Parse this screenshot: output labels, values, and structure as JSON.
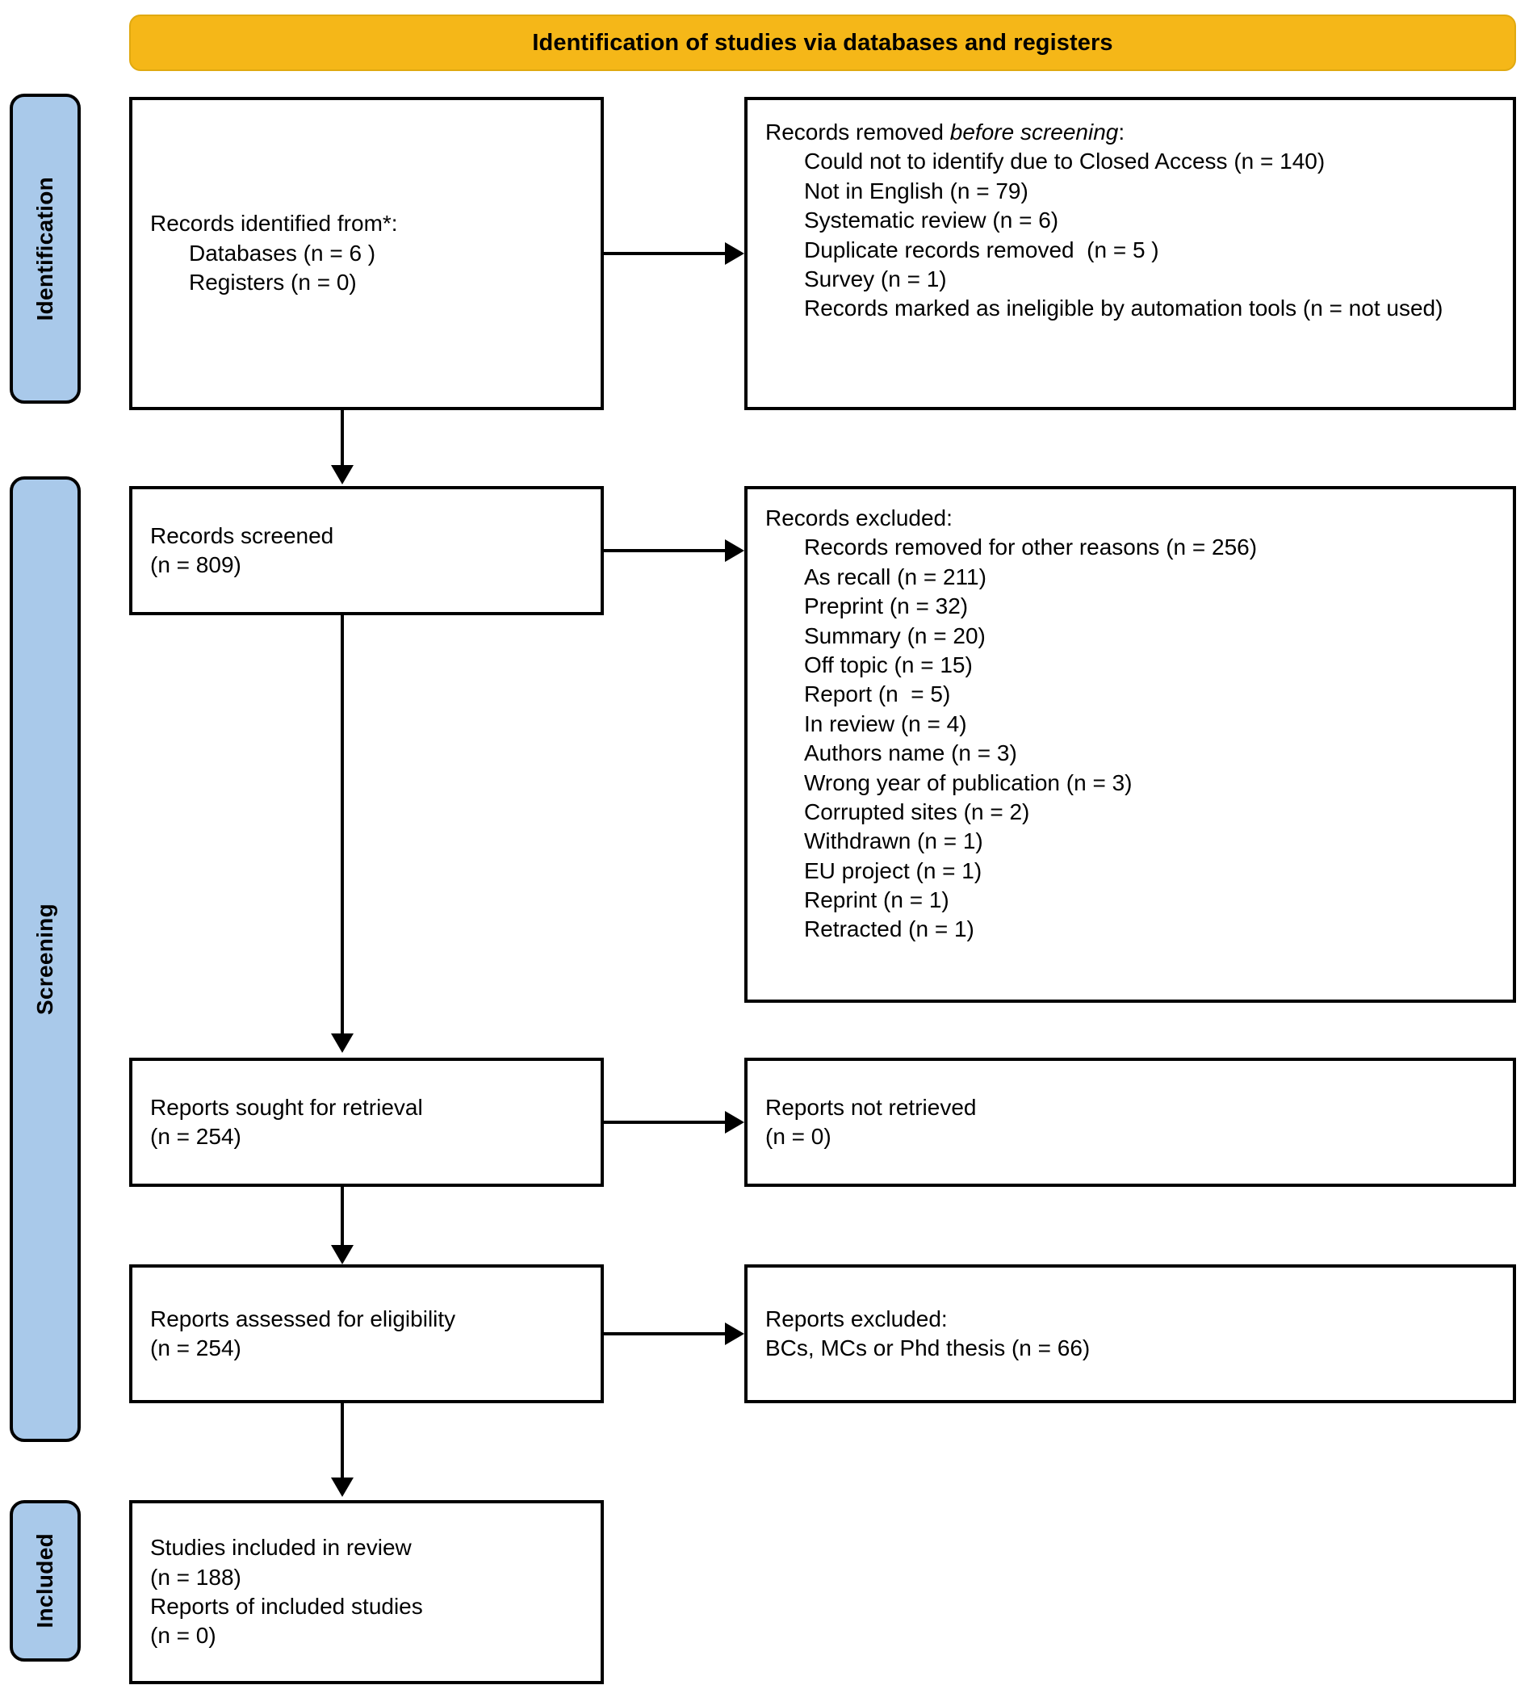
{
  "header": {
    "title": "Identification of studies via databases and registers",
    "bg_color": "#F5B718"
  },
  "stages": [
    {
      "id": "identification",
      "label": "Identification",
      "color": "#A9C9EA"
    },
    {
      "id": "screening",
      "label": "Screening",
      "color": "#A9C9EA"
    },
    {
      "id": "included",
      "label": "Included",
      "color": "#A9C9EA"
    }
  ],
  "boxes": {
    "records_identified": {
      "lines": [
        {
          "text": "Records identified from*:",
          "indent": false
        },
        {
          "text": "Databases (n = 6 )",
          "indent": true
        },
        {
          "text": "Registers (n = 0)",
          "indent": true
        }
      ]
    },
    "records_removed_before_screening": {
      "lines": [
        {
          "text": "Records removed ",
          "italic_tail": "before screening",
          "suffix": ":",
          "indent": false
        },
        {
          "text": "Could not to identify due to Closed Access (n = 140)",
          "indent": true
        },
        {
          "text": "Not in English (n = 79)",
          "indent": true
        },
        {
          "text": "Systematic review (n = 6)",
          "indent": true
        },
        {
          "text": "Duplicate records removed  (n = 5 )",
          "indent": true
        },
        {
          "text": "Survey (n = 1)",
          "indent": true
        },
        {
          "text": "Records marked as ineligible by automation tools (n = not used)",
          "indent": true
        }
      ]
    },
    "records_screened": {
      "lines": [
        {
          "text": "Records screened",
          "indent": false
        },
        {
          "text": "(n = 809)",
          "indent": false
        }
      ]
    },
    "records_excluded": {
      "lines": [
        {
          "text": "Records excluded:",
          "indent": false
        },
        {
          "text": "Records removed for other reasons (n = 256)",
          "indent": true
        },
        {
          "text": "As recall (n = 211)",
          "indent": true
        },
        {
          "text": "Preprint (n = 32)",
          "indent": true
        },
        {
          "text": "Summary (n = 20)",
          "indent": true
        },
        {
          "text": "Off topic (n = 15)",
          "indent": true
        },
        {
          "text": "Report (n  = 5)",
          "indent": true
        },
        {
          "text": "In review (n = 4)",
          "indent": true
        },
        {
          "text": "Authors name (n = 3)",
          "indent": true
        },
        {
          "text": "Wrong year of publication (n = 3)",
          "indent": true
        },
        {
          "text": "Corrupted sites (n = 2)",
          "indent": true
        },
        {
          "text": "Withdrawn (n = 1)",
          "indent": true
        },
        {
          "text": "EU project (n = 1)",
          "indent": true
        },
        {
          "text": "Reprint (n = 1)",
          "indent": true
        },
        {
          "text": "Retracted (n = 1)",
          "indent": true
        }
      ]
    },
    "reports_sought": {
      "lines": [
        {
          "text": "Reports sought for retrieval",
          "indent": false
        },
        {
          "text": "(n = 254)",
          "indent": false
        }
      ]
    },
    "reports_not_retrieved": {
      "lines": [
        {
          "text": "Reports not retrieved",
          "indent": false
        },
        {
          "text": "(n = 0)",
          "indent": false
        }
      ]
    },
    "reports_assessed": {
      "lines": [
        {
          "text": "Reports assessed for eligibility",
          "indent": false
        },
        {
          "text": "(n = 254)",
          "indent": false
        }
      ]
    },
    "reports_excluded": {
      "lines": [
        {
          "text": "Reports excluded:",
          "indent": false
        },
        {
          "text": "BCs, MCs or Phd thesis (n = 66)",
          "indent": false
        }
      ]
    },
    "studies_included": {
      "lines": [
        {
          "text": "Studies included in review",
          "indent": false
        },
        {
          "text": "(n = 188)",
          "indent": false
        },
        {
          "text": "Reports of included studies",
          "indent": false
        },
        {
          "text": "(n = 0)",
          "indent": false
        }
      ]
    }
  },
  "chart_data": {
    "type": "diagram",
    "title": "Identification of studies via databases and registers",
    "flow": [
      {
        "stage": "Identification",
        "node": "Records identified from*: Databases (n = 6 ); Registers (n = 0)",
        "excluded_node": "Records removed before screening"
      },
      {
        "stage": "Screening",
        "node": "Records screened (n = 809)",
        "excluded_node": "Records excluded (total listed 256 + itemised reasons)"
      },
      {
        "stage": "Screening",
        "node": "Reports sought for retrieval (n = 254)",
        "excluded_node": "Reports not retrieved (n = 0)"
      },
      {
        "stage": "Screening",
        "node": "Reports assessed for eligibility (n = 254)",
        "excluded_node": "Reports excluded: BCs, MCs or Phd thesis (n = 66)"
      },
      {
        "stage": "Included",
        "node": "Studies included in review (n = 188); Reports of included studies (n = 0)"
      }
    ],
    "counts": {
      "databases": 6,
      "registers": 0,
      "closed_access_removed": 140,
      "not_in_english": 79,
      "systematic_review": 6,
      "duplicates_removed": 5,
      "survey": 1,
      "records_screened": 809,
      "records_removed_other_reasons": 256,
      "as_recall": 211,
      "preprint": 32,
      "summary": 20,
      "off_topic": 15,
      "report": 5,
      "in_review": 4,
      "authors_name": 3,
      "wrong_year": 3,
      "corrupted_sites": 2,
      "withdrawn": 1,
      "eu_project": 1,
      "reprint": 1,
      "retracted": 1,
      "reports_sought": 254,
      "reports_not_retrieved": 0,
      "reports_assessed": 254,
      "thesis_excluded": 66,
      "studies_included": 188,
      "reports_included": 0
    }
  }
}
